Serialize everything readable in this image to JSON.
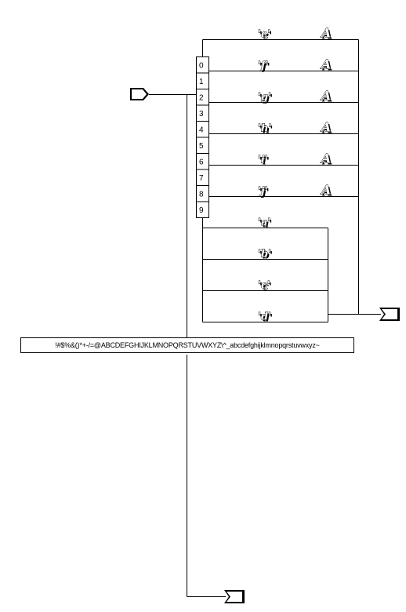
{
  "charset_text": "!#$%&()*+-/=@ABCDEFGHIJKLMNOPQRSTUVWXYZ\\^_abcdefghijklmnopqrstuvwxyz~",
  "selector_indices": [
    "0",
    "1",
    "2",
    "3",
    "4",
    "5",
    "6",
    "7",
    "8",
    "9"
  ],
  "output_branches": [
    {
      "char": "'e'",
      "target": "A"
    },
    {
      "char": "'f'",
      "target": "A"
    },
    {
      "char": "'g'",
      "target": "A"
    },
    {
      "char": "'h'",
      "target": "A"
    },
    {
      "char": "'i'",
      "target": "A"
    },
    {
      "char": "'j'",
      "target": "A"
    }
  ],
  "loop_branches": [
    {
      "char": "'a'"
    },
    {
      "char": "'b'"
    },
    {
      "char": "'c'"
    },
    {
      "char": "'d'"
    }
  ],
  "icons": {
    "input_port": "input-port-icon",
    "output_port": "output-port-icon"
  }
}
